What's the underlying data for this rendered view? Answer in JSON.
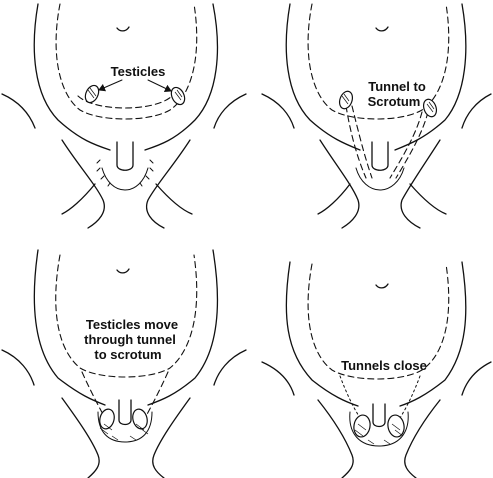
{
  "panels": [
    {
      "label_lines": [
        "Testicles"
      ]
    },
    {
      "label_lines": [
        "Tunnel to",
        "Scrotum"
      ]
    },
    {
      "label_lines": [
        "Testicles move",
        "through tunnel",
        "to scrotum"
      ]
    },
    {
      "label_lines": [
        "Tunnels close"
      ]
    }
  ]
}
